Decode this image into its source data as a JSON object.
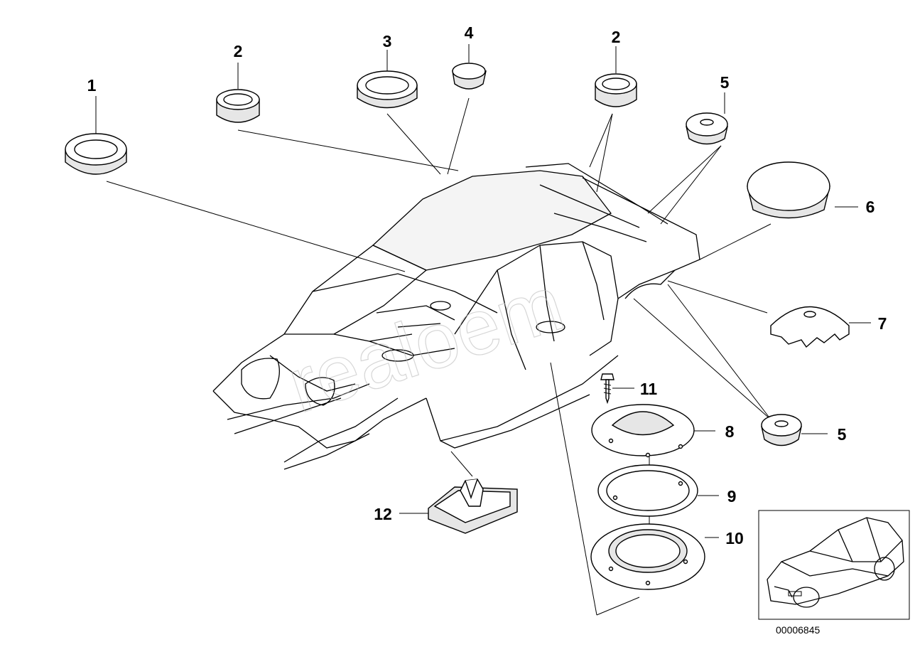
{
  "callouts": {
    "c1": "1",
    "c2a": "2",
    "c3": "3",
    "c4": "4",
    "c2b": "2",
    "c5a": "5",
    "c6": "6",
    "c7": "7",
    "c11": "11",
    "c8": "8",
    "c5b": "5",
    "c9": "9",
    "c10": "10",
    "c12": "12"
  },
  "diagram_code": "00006845"
}
